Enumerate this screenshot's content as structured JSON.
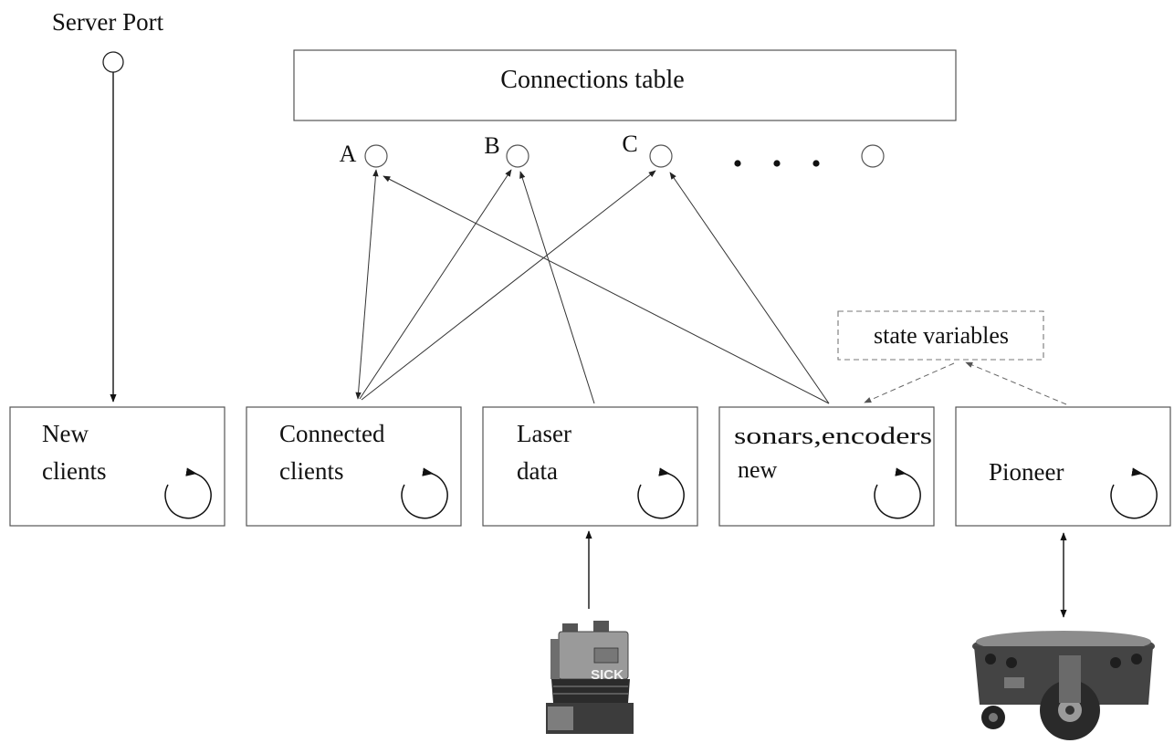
{
  "labels": {
    "server_port": "Server Port",
    "connections_table": "Connections table",
    "port_a": "A",
    "port_b": "B",
    "port_c": "C",
    "state_variables": "state variables"
  },
  "boxes": {
    "new_clients": {
      "line1": "New",
      "line2": "clients"
    },
    "connected_clients": {
      "line1": "Connected",
      "line2": "clients"
    },
    "laser_data": {
      "line1": "Laser",
      "line2": "data"
    },
    "sonars_encoders": {
      "line1": "sonars,encoders",
      "line2": "new"
    },
    "pioneer": {
      "line1": "Pioneer"
    }
  },
  "devices": {
    "laser_logo": "SICK"
  }
}
